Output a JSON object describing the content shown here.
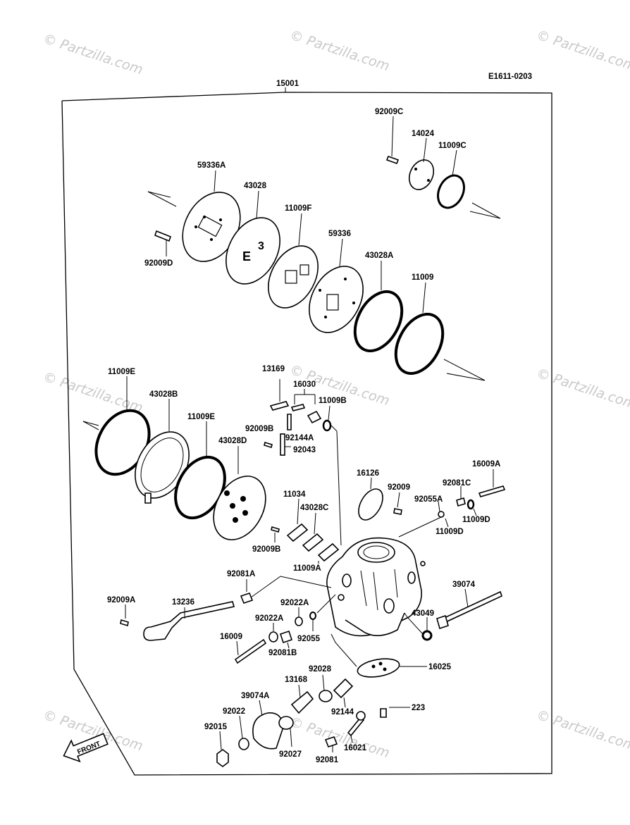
{
  "diagram_code": "E1611-0203",
  "assembly_label": "15001",
  "front_label": "FRONT",
  "watermark": "© Partzilla.com",
  "labels": [
    {
      "id": "92009C"
    },
    {
      "id": "14024"
    },
    {
      "id": "11009C"
    },
    {
      "id": "59336A"
    },
    {
      "id": "43028"
    },
    {
      "id": "11009F"
    },
    {
      "id": "92009D"
    },
    {
      "id": "59336"
    },
    {
      "id": "43028A"
    },
    {
      "id": "11009"
    },
    {
      "id": "11009E"
    },
    {
      "id": "43028B"
    },
    {
      "id": "11009E"
    },
    {
      "id": "43028D"
    },
    {
      "id": "13169"
    },
    {
      "id": "16030"
    },
    {
      "id": "11009B"
    },
    {
      "id": "92009B"
    },
    {
      "id": "92144A"
    },
    {
      "id": "92043"
    },
    {
      "id": "16126"
    },
    {
      "id": "92009"
    },
    {
      "id": "16009A"
    },
    {
      "id": "92081C"
    },
    {
      "id": "92055A"
    },
    {
      "id": "11009D"
    },
    {
      "id": "11009D"
    },
    {
      "id": "11034"
    },
    {
      "id": "43028C"
    },
    {
      "id": "92009B"
    },
    {
      "id": "11009A"
    },
    {
      "id": "92081A"
    },
    {
      "id": "39074"
    },
    {
      "id": "92009A"
    },
    {
      "id": "13236"
    },
    {
      "id": "92022A"
    },
    {
      "id": "43049"
    },
    {
      "id": "92022A"
    },
    {
      "id": "92055"
    },
    {
      "id": "16009"
    },
    {
      "id": "92081B"
    },
    {
      "id": "16025"
    },
    {
      "id": "92028"
    },
    {
      "id": "13168"
    },
    {
      "id": "39074A"
    },
    {
      "id": "92144"
    },
    {
      "id": "223"
    },
    {
      "id": "92022"
    },
    {
      "id": "92015"
    },
    {
      "id": "92027"
    },
    {
      "id": "92081"
    },
    {
      "id": "16021"
    }
  ]
}
